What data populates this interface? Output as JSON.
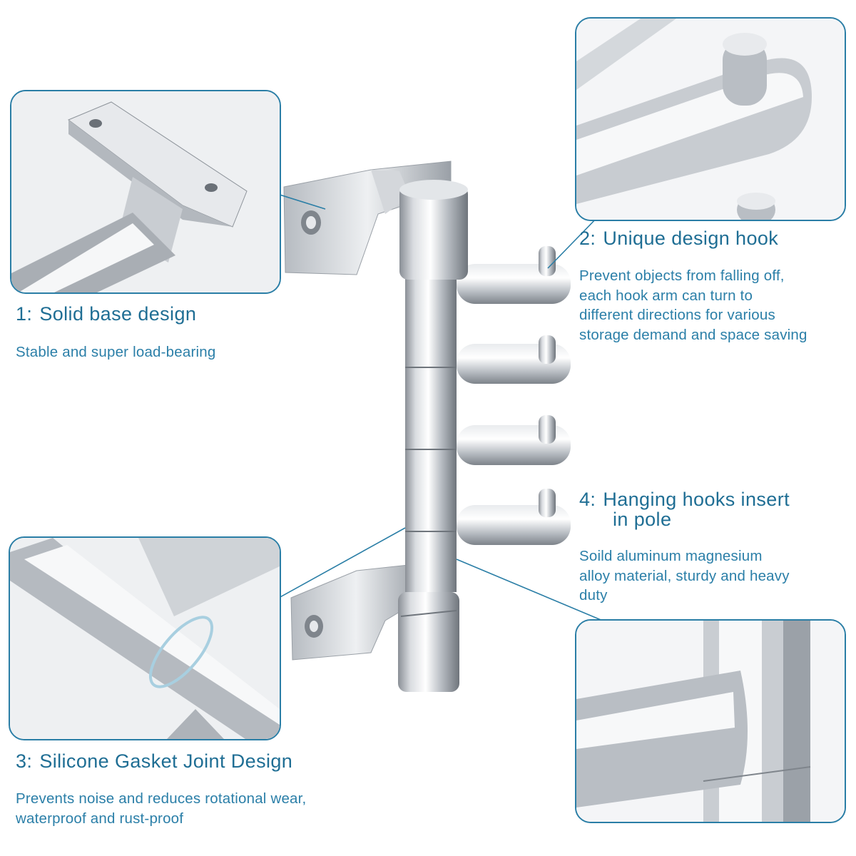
{
  "features": [
    {
      "number": "1:",
      "title": "Solid base design",
      "description": "Stable and super load-bearing"
    },
    {
      "number": "2:",
      "title": "Unique design hook",
      "description": [
        "Prevent objects from falling off,",
        "each hook arm can turn to",
        "different directions for various",
        "storage demand and space saving"
      ]
    },
    {
      "number": "3:",
      "title": "Silicone Gasket Joint Design",
      "description": [
        "Prevents noise and reduces rotational wear,",
        "waterproof and rust-proof"
      ]
    },
    {
      "number": "4:",
      "title": [
        "Hanging hooks insert",
        "in pole"
      ],
      "description": [
        "Soild aluminum magnesium",
        "alloy material, sturdy and heavy",
        "duty"
      ]
    }
  ],
  "colors": {
    "accent": "#2a7ea6",
    "heading_text": "#1f6e94",
    "body_text": "#2b7fa8",
    "metal_light": "#f4f5f7",
    "metal_dark": "#8a8f96"
  }
}
